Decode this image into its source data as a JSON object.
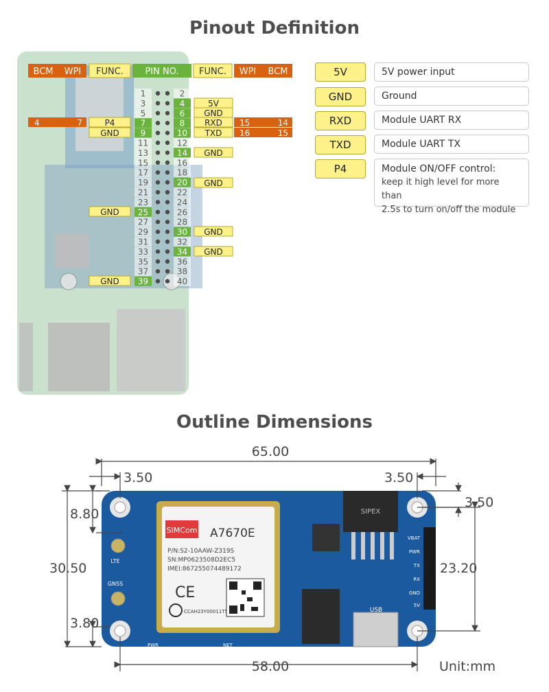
{
  "titles": {
    "pinout": "Pinout Definition",
    "outline": "Outline Dimensions"
  },
  "header_labels": {
    "bcm_left": "BCM",
    "wpi_left": "WPI",
    "func_left": "FUNC.",
    "pin_no": "PIN NO.",
    "func_right": "FUNC.",
    "wpi_right": "WPI",
    "bcm_right": "BCM"
  },
  "pin_numbers": [
    "1",
    "2",
    "3",
    "4",
    "5",
    "6",
    "7",
    "8",
    "9",
    "10",
    "11",
    "12",
    "13",
    "14",
    "15",
    "16",
    "17",
    "18",
    "19",
    "20",
    "21",
    "22",
    "23",
    "24",
    "25",
    "26",
    "27",
    "28",
    "29",
    "30",
    "31",
    "32",
    "33",
    "34",
    "35",
    "36",
    "37",
    "38",
    "39",
    "40"
  ],
  "pin_functions": {
    "p4": "5V",
    "p6": "GND",
    "p7": "P4",
    "p8": "RXD",
    "p9": "GND",
    "p10": "TXD",
    "p14": "GND",
    "p20": "GND",
    "p25": "GND",
    "p30": "GND",
    "p34": "GND",
    "p39": "GND"
  },
  "pin_numbers_gpio": {
    "p7_bcm": "4",
    "p7_wpi": "7",
    "p8_wpi": "15",
    "p8_bcm": "14",
    "p10_wpi": "16",
    "p10_bcm": "15"
  },
  "legend": [
    {
      "name": "5V",
      "desc": "5V power input"
    },
    {
      "name": "GND",
      "desc": "Ground"
    },
    {
      "name": "RXD",
      "desc": "Module UART RX"
    },
    {
      "name": "TXD",
      "desc": "Module UART TX"
    },
    {
      "name": "P4",
      "desc": "Module ON/OFF control:",
      "desc_sub1": "keep it high level for more than",
      "desc_sub2": "2.5s to turn on/off the module"
    }
  ],
  "board_text": {
    "module_name": "A7670E",
    "brand": "SIMCom",
    "pn": "P/N:S2-10AAW-Z319S",
    "sn": "SN:MP0623508D2EC5",
    "imei": "IMEI:867255074489172",
    "ce": "CE",
    "ccah": "CCAH23Y00011T5",
    "lte": "LTE",
    "gnss": "GNSS",
    "usb": "USB",
    "pwr": "PWR",
    "net": "NET",
    "header_labels": [
      "VBAT",
      "PWR",
      "TX",
      "RX",
      "GND",
      "5V"
    ],
    "regulator": "SIPEX"
  },
  "dimensions": {
    "total_width": "65.00",
    "left_hole": "3.50",
    "right_hole": "3.50",
    "right_top": "3.50",
    "left_top": "8.80",
    "height": "30.50",
    "hole_span_v": "23.20",
    "left_bottom": "3.80",
    "hole_span_h": "58.00",
    "unit": "Unit:mm"
  },
  "colors": {
    "yellow": "#fdf28a",
    "green": "#6ab43e",
    "orange": "#d8620f",
    "pcb_blue": "#1c5aa0"
  }
}
